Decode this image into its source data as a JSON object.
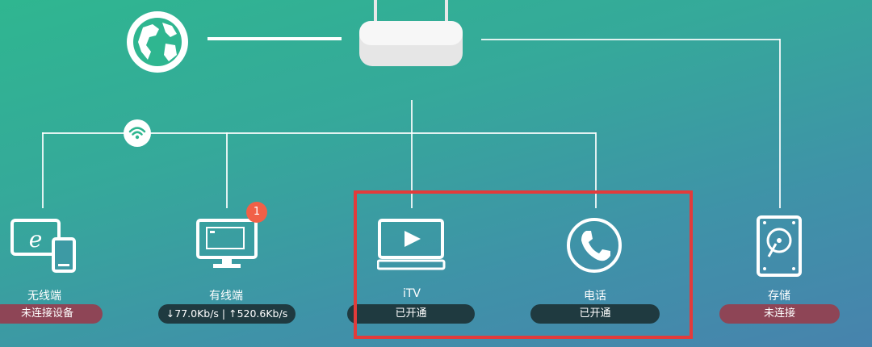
{
  "devices": {
    "wireless": {
      "label": "无线端",
      "status": "未连接设备",
      "icon": "tablet-phone-icon"
    },
    "wired": {
      "label": "有线端",
      "speed": "↓77.0Kb/s | ↑520.6Kb/s",
      "badge_count": "1",
      "icon": "monitor-icon"
    },
    "itv": {
      "label": "iTV",
      "status": "已开通",
      "icon": "tv-play-icon"
    },
    "phone": {
      "label": "电话",
      "status": "已开通",
      "icon": "phone-icon"
    },
    "storage": {
      "label": "存储",
      "status": "未连接",
      "icon": "hard-drive-icon"
    }
  },
  "topology": {
    "internet_icon": "globe-icon",
    "router_icon": "router-icon",
    "wifi_icon": "wifi-icon"
  },
  "colors": {
    "bg_top": "#2fb690",
    "bg_bottom": "#4783ad",
    "status_red": "#8e4556",
    "status_dark": "#1f3a40",
    "badge": "#f16047",
    "highlight": "#e23b3b"
  }
}
